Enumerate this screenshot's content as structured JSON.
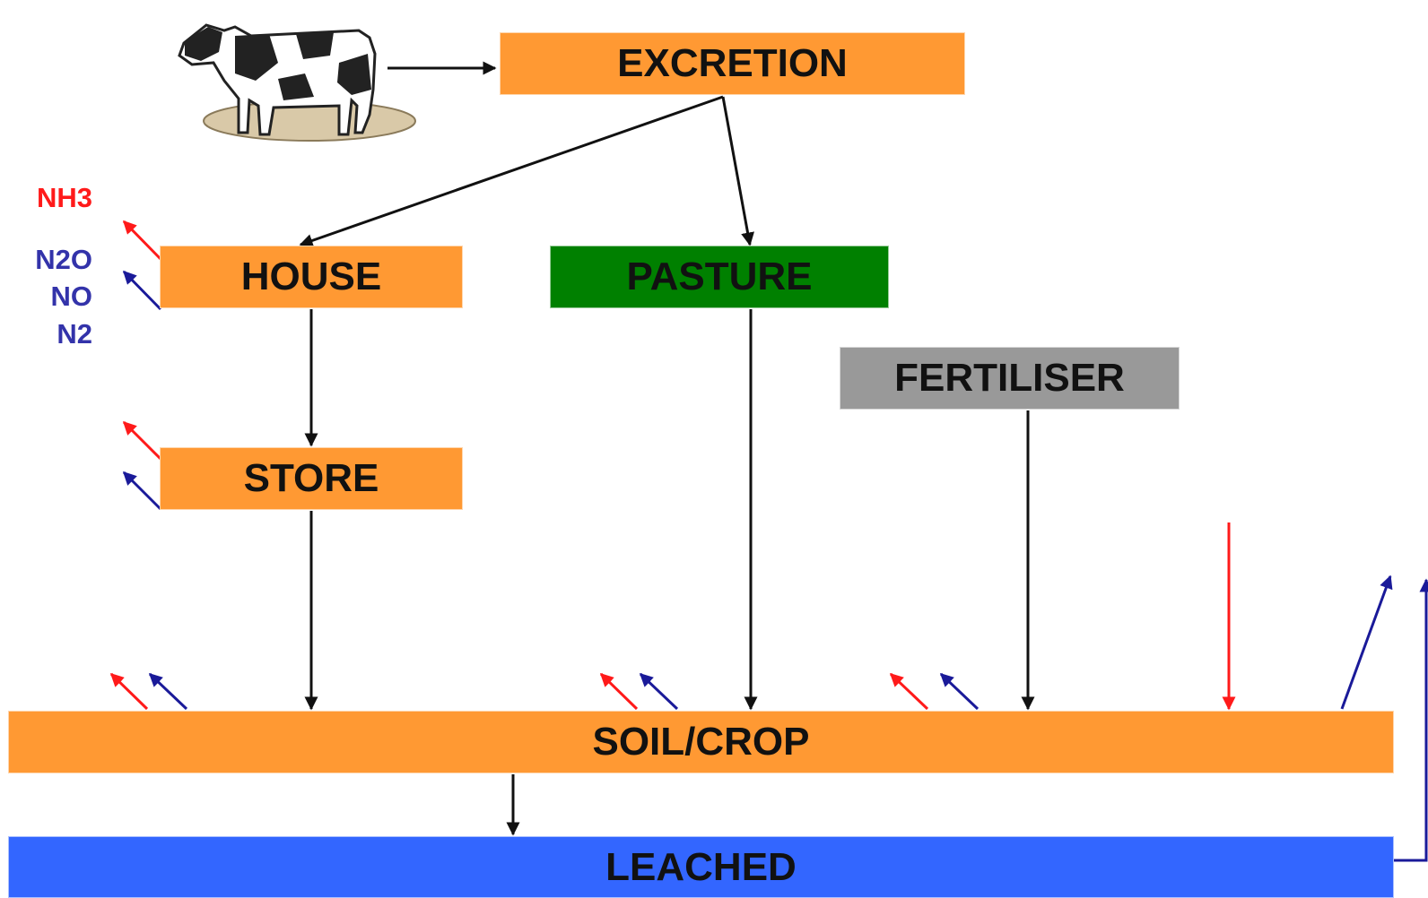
{
  "nodes": {
    "excretion": "EXCRETION",
    "house": "HOUSE",
    "pasture": "PASTURE",
    "fertiliser": "FERTILISER",
    "store": "STORE",
    "soil_crop": "SOIL/CROP",
    "leached": "LEACHED"
  },
  "gases": {
    "nh3": "NH3",
    "n2o": "N2O",
    "no": "NO",
    "n2": "N2"
  },
  "icons": {
    "animal": "cow-icon"
  },
  "colors": {
    "orange": "#ff9933",
    "green": "#008000",
    "grey": "#999999",
    "blue": "#3366ff",
    "nh3_red": "#ff1a1a",
    "n_blue": "#1a1a99",
    "flow_black": "#111111"
  }
}
